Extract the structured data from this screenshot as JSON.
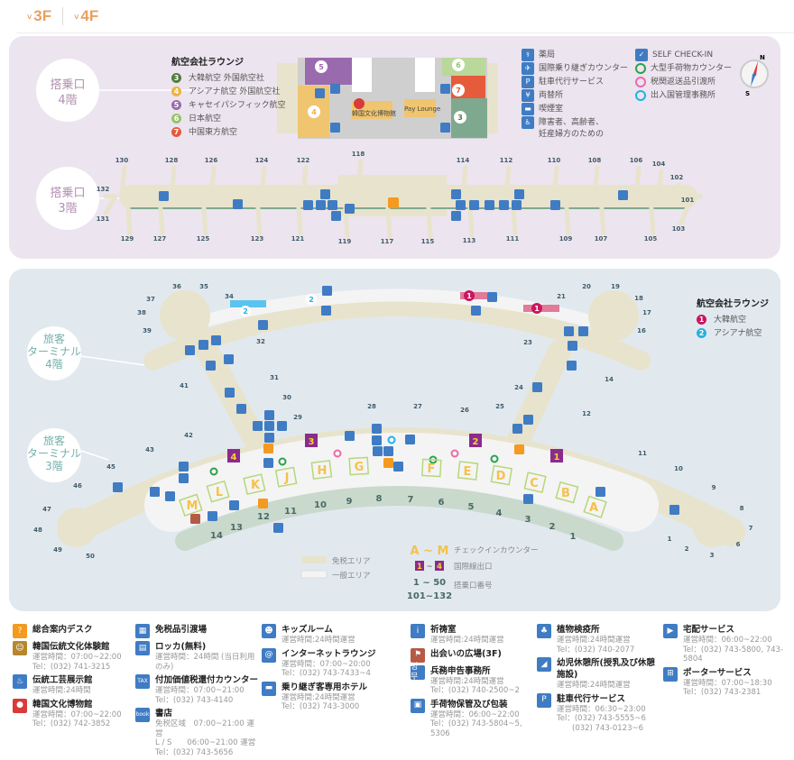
{
  "tabs": [
    {
      "label": "3F"
    },
    {
      "label": "4F"
    }
  ],
  "colors": {
    "accent": "#e8a060",
    "icon_blue": "#3f7cc4",
    "info_orange": "#f39a1f",
    "exit_purple": "#8b2a8f",
    "counter_yellow": "#f5c24a",
    "duty_free": "#e8e3cc",
    "general": "#f4f4f4"
  },
  "top": {
    "label_4f": "搭乗口\n4階",
    "label_4f_1": "搭乗口",
    "label_4f_2": "4階",
    "label_3f_1": "搭乗口",
    "label_3f_2": "3階",
    "lounge_title": "航空会社ラウンジ",
    "lounges": [
      {
        "n": "3",
        "name": "大韓航空 外国航空社",
        "color": "#4f7d3a"
      },
      {
        "n": "4",
        "name": "アシアナ航空 外国航空社",
        "color": "#f0b33c"
      },
      {
        "n": "5",
        "name": "キャセイパシフィック航空",
        "color": "#9a6aae"
      },
      {
        "n": "6",
        "name": "日本航空",
        "color": "#96c46a"
      },
      {
        "n": "7",
        "name": "中国東方航空",
        "color": "#e55b3c"
      }
    ],
    "museum": "韓国文化博物館",
    "pay_lounge": "Pay Lounge",
    "legend_a": [
      {
        "icon": "pharmacy-icon",
        "g": "⚕",
        "label": "薬局"
      },
      {
        "icon": "transfer-icon",
        "g": "✈",
        "label": "国際乗り継ぎカウンター"
      },
      {
        "icon": "valet-parking-icon",
        "g": "P",
        "label": "駐車代行サービス"
      },
      {
        "icon": "exchange-icon",
        "g": "¥",
        "label": "両替所"
      },
      {
        "icon": "smoking-icon",
        "g": "▬",
        "label": "喫煙室"
      },
      {
        "icon": "accessibility-icon",
        "g": "♿",
        "label": "障害者、高齢者、"
      }
    ],
    "legend_a_cont": "妊産婦方のための",
    "legend_b": [
      {
        "label": "SELF CHECK-IN"
      },
      {
        "label": "大型手荷物カウンター",
        "color": "#2aa34a"
      },
      {
        "label": "税関返送品引渡所",
        "color": "#ee6aa7"
      },
      {
        "label": "出入国管理事務所",
        "color": "#1fb3e6"
      }
    ],
    "compass": {
      "n": "N",
      "s": "S"
    },
    "gates": [
      "130",
      "128",
      "126",
      "124",
      "122",
      "118",
      "114",
      "112",
      "110",
      "108",
      "106",
      "104",
      "102",
      "101",
      "103",
      "105",
      "107",
      "109",
      "111",
      "113",
      "115",
      "117",
      "119",
      "121",
      "123",
      "125",
      "127",
      "129",
      "131",
      "132"
    ]
  },
  "bottom": {
    "t4_1": "旅客",
    "t4_2": "ターミナル",
    "t4_3": "4階",
    "t3_1": "旅客",
    "t3_2": "ターミナル",
    "t3_3": "3階",
    "lounge_title": "航空会社ラウンジ",
    "lounges": [
      {
        "n": "1",
        "name": "大韓航空",
        "color": "#c8175d"
      },
      {
        "n": "2",
        "name": "アシアナ航空",
        "color": "#27b0e0"
      }
    ],
    "gates": [
      "36",
      "35",
      "34",
      "37",
      "38",
      "39",
      "32",
      "31",
      "30",
      "29",
      "41",
      "28",
      "27",
      "26",
      "25",
      "24",
      "23",
      "21",
      "20",
      "19",
      "18",
      "17",
      "16",
      "14",
      "12",
      "11",
      "10",
      "9",
      "8",
      "7",
      "6",
      "3",
      "2",
      "1",
      "5",
      "4",
      "13",
      "14",
      "12",
      "11",
      "10",
      "9",
      "8",
      "7",
      "6",
      "5",
      "4",
      "3",
      "2",
      "1",
      "42",
      "43",
      "45",
      "46",
      "47",
      "48",
      "49",
      "50"
    ],
    "counters": [
      "M",
      "L",
      "K",
      "J",
      "H",
      "G",
      "F",
      "E",
      "D",
      "C",
      "B",
      "A"
    ],
    "exits": [
      "4",
      "3",
      "2",
      "1"
    ],
    "legend": {
      "duty_free": "免税エリア",
      "general": "一般エリア",
      "counter_range": "A ~ M",
      "counter_label": "チェックインカウンター",
      "exit_from": "1",
      "exit_tilde": "~",
      "exit_to": "4",
      "exit_label": "国際線出口",
      "gate_range1": "1 ~ 50",
      "gate_range2": "101~132",
      "gate_label": "搭乗口番号"
    }
  },
  "services": [
    [
      {
        "icon": "info-icon",
        "g": "?",
        "bg": "#f39a1f",
        "title": "総合案内デスク",
        "lines": []
      },
      {
        "icon": "korean-culture-mask-icon",
        "g": "☺",
        "bg": "#b8862e",
        "title": "韓国伝統文化体験館",
        "lines": [
          "運営時間：07:00~22:00",
          "Tel：(032) 741-3215"
        ]
      },
      {
        "icon": "craft-exhibition-icon",
        "g": "♨",
        "bg": "#3f7cc4",
        "title": "伝統工芸展示館",
        "lines": [
          "運営時間:24時間"
        ]
      },
      {
        "icon": "museum-icon",
        "g": "●",
        "bg": "#d93a3a",
        "title": "韓国文化博物館",
        "lines": [
          "運営時間：07:00~22:00",
          "Tel：(032) 742-3852"
        ]
      }
    ],
    [
      {
        "icon": "duty-free-pickup-icon",
        "g": "▦",
        "bg": "#3f7cc4",
        "title": "免税品引渡場",
        "lines": []
      },
      {
        "icon": "locker-icon",
        "g": "▤",
        "bg": "#3f7cc4",
        "title": "ロッカ(無料)",
        "lines": [
          "運営時間：24時間 (当日利用のみ)"
        ]
      },
      {
        "icon": "tax-refund-icon",
        "g": "TAX",
        "bg": "#3f7cc4",
        "title": "付加価値税還付カウンター",
        "lines": [
          "運営時間：07:00~21:00",
          "Tel：(032) 743-4140"
        ]
      },
      {
        "icon": "bookstore-icon",
        "g": "book",
        "bg": "#3f7cc4",
        "title": "書店",
        "lines": [
          "免税区域　07:00~21:00 運営",
          "L / S　　06:00~21:00 運営",
          "Tel：(032) 743-5656"
        ]
      }
    ],
    [
      {
        "icon": "kids-room-icon",
        "g": "☻",
        "bg": "#3f7cc4",
        "title": "キッズルーム",
        "lines": [
          "運営時間:24時間運営"
        ]
      },
      {
        "icon": "internet-lounge-icon",
        "g": "@",
        "bg": "#3f7cc4",
        "title": "インターネットラウンジ",
        "lines": [
          "運営時間：07:00~20:00",
          "Tel：(032) 743-7433~4"
        ]
      },
      {
        "icon": "transit-hotel-icon",
        "g": "▬",
        "bg": "#3f7cc4",
        "title": "乗り継ぎ客専用ホテル",
        "lines": [
          "運営時間:24時間運営",
          "Tel：(032) 743-3000"
        ]
      }
    ],
    [
      {
        "icon": "prayer-room-icon",
        "g": "i",
        "bg": "#3f7cc4",
        "title": "祈祷室",
        "lines": [
          "運営時間:24時間運営"
        ]
      },
      {
        "icon": "meeting-point-icon",
        "g": "⚑",
        "bg": "#b55a45",
        "title": "出会いの広場(3F)",
        "lines": []
      },
      {
        "icon": "military-office-icon",
        "g": "병무",
        "bg": "#3f7cc4",
        "title": "兵務申告事務所",
        "lines": [
          "運営時間:24時間運営",
          "Tel：(032) 740-2500~2"
        ]
      },
      {
        "icon": "baggage-storage-icon",
        "g": "▣",
        "bg": "#3f7cc4",
        "title": "手荷物保管及び包装",
        "lines": [
          "運営時間：06:00~22:00",
          "Tel：(032) 743-5804~5, 5306"
        ]
      }
    ],
    [
      {
        "icon": "plant-quarantine-icon",
        "g": "♣",
        "bg": "#3f7cc4",
        "title": "植物検疫所",
        "lines": [
          "運営時間:24時間運営",
          "Tel：(032) 740-2077"
        ]
      },
      {
        "icon": "nursing-room-icon",
        "g": "◢",
        "bg": "#3f7cc4",
        "title": "幼児休憩所(授乳及び休憩施設)",
        "lines": [
          "運営時間:24時間運営"
        ]
      },
      {
        "icon": "valet-parking-icon",
        "g": "P",
        "bg": "#3f7cc4",
        "title": "駐車代行サービス",
        "lines": [
          "運営時間：06:30~23:00",
          "Tel：(032) 743-5555~6",
          "　　(032) 743-0123~6"
        ]
      }
    ],
    [
      {
        "icon": "delivery-icon",
        "g": "▶",
        "bg": "#3f7cc4",
        "title": "宅配サービス",
        "lines": [
          "運営時間：06:00~22:00",
          "Tel：(032) 743-5800, 743-5804"
        ]
      },
      {
        "icon": "porter-icon",
        "g": "⊞",
        "bg": "#3f7cc4",
        "title": "ポーターサービス",
        "lines": [
          "運営時間：07:00~18:30",
          "Tel：(032) 743-2381"
        ]
      }
    ]
  ]
}
